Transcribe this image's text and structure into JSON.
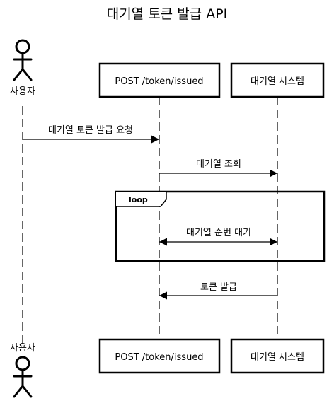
{
  "diagram": {
    "title": "대기열 토큰 발급 API",
    "actor": {
      "name": "사용자"
    },
    "participants": [
      {
        "name": "POST /token/issued"
      },
      {
        "name": "대기열 시스템"
      }
    ],
    "messages": [
      {
        "label": "대기열 토큰 발급 요청",
        "from": "사용자",
        "to": "POST /token/issued"
      },
      {
        "label": "대기열 조회",
        "from": "POST /token/issued",
        "to": "대기열 시스템"
      },
      {
        "label": "대기열 순번 대기",
        "from": "POST /token/issued",
        "to": "대기열 시스템",
        "bidirectional": true
      },
      {
        "label": "토큰 발급",
        "from": "대기열 시스템",
        "to": "POST /token/issued"
      }
    ],
    "fragment": {
      "label": "loop"
    }
  }
}
